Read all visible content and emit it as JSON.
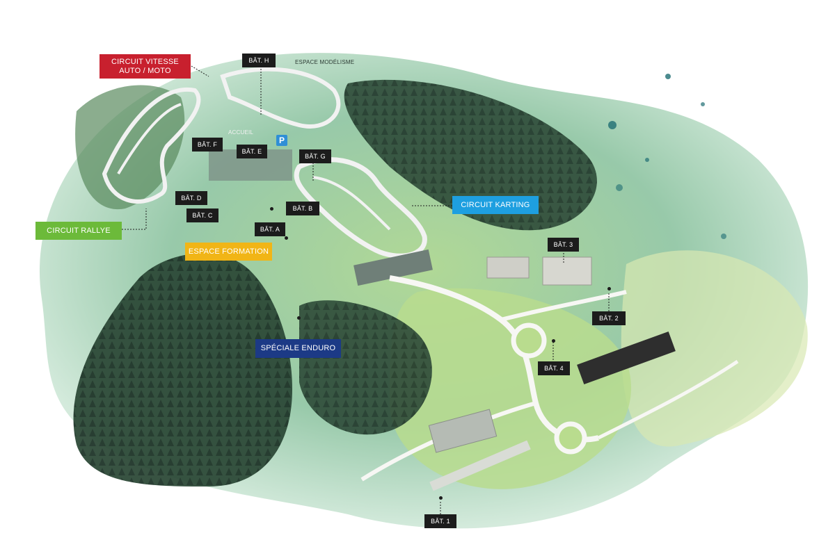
{
  "zones": {
    "circuit_vitesse": {
      "line1": "CIRCUIT VITESSE",
      "line2": "AUTO / MOTO",
      "color": "#c8202e"
    },
    "circuit_rallye": {
      "text": "CIRCUIT RALLYE",
      "color": "#6cba3a"
    },
    "espace_formation": {
      "text": "ESPACE FORMATION",
      "color": "#f1b516"
    },
    "circuit_karting": {
      "text": "CIRCUIT KARTING",
      "color": "#1e9fe0"
    },
    "speciale_enduro": {
      "text": "SPÉCIALE ENDURO",
      "color": "#1c3a86"
    }
  },
  "buildings": {
    "bat_h": "BÂT. H",
    "bat_f": "BÂT. F",
    "bat_e": "BÂT. E",
    "bat_g": "BÂT. G",
    "bat_d": "BÂT. D",
    "bat_c": "BÂT. C",
    "bat_b": "BÂT. B",
    "bat_a": "BÂT. A",
    "bat_3": "BÂT. 3",
    "bat_2": "BÂT. 2",
    "bat_4": "BÂT. 4",
    "bat_1": "BÂT. 1"
  },
  "places": {
    "espace_modelisme": "ESPACE MODÉLISME",
    "accueil": "ACCUEIL",
    "parking": "P"
  },
  "colors": {
    "label_bg": "#1c1c1c",
    "parking": "#2f8fd6"
  },
  "icons": {
    "parking": "parking-sign-icon"
  }
}
